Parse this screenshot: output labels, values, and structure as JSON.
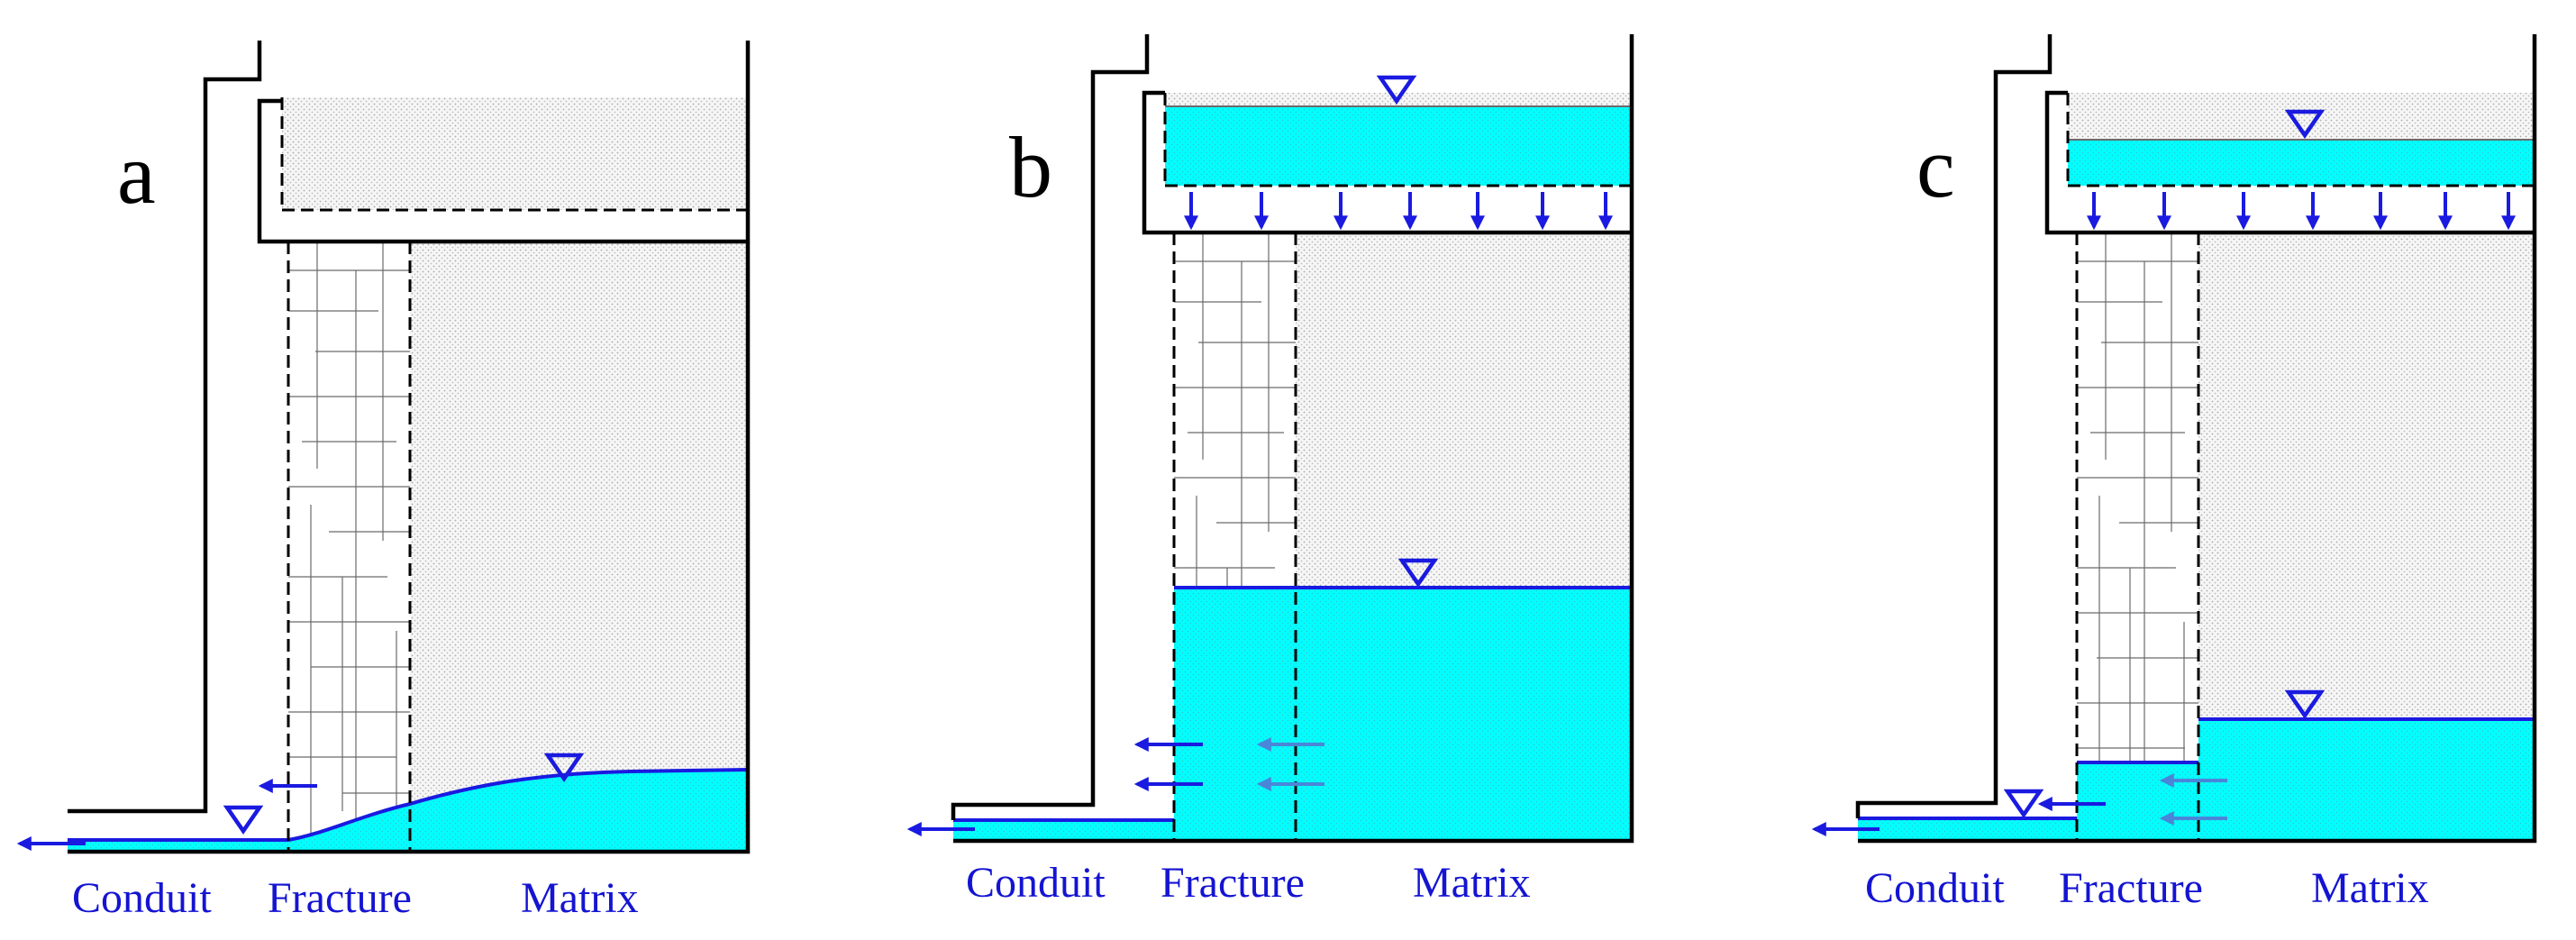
{
  "panels": [
    {
      "letter": "a",
      "labels": {
        "conduit": "Conduit",
        "fracture": "Fracture",
        "matrix": "Matrix"
      }
    },
    {
      "letter": "b",
      "labels": {
        "conduit": "Conduit",
        "fracture": "Fracture",
        "matrix": "Matrix"
      }
    },
    {
      "letter": "c",
      "labels": {
        "conduit": "Conduit",
        "fracture": "Fracture",
        "matrix": "Matrix"
      }
    }
  ],
  "colors": {
    "water": "#00ffff",
    "water_line": "#1a1ae0",
    "arrow_blue": "#1a1ae0",
    "arrow_light": "#4a86d8",
    "label_text": "#1414d2",
    "outline": "#000000"
  },
  "icons": [
    "water-level-triangle-icon",
    "flow-arrow-icon",
    "recharge-arrow-icon"
  ]
}
